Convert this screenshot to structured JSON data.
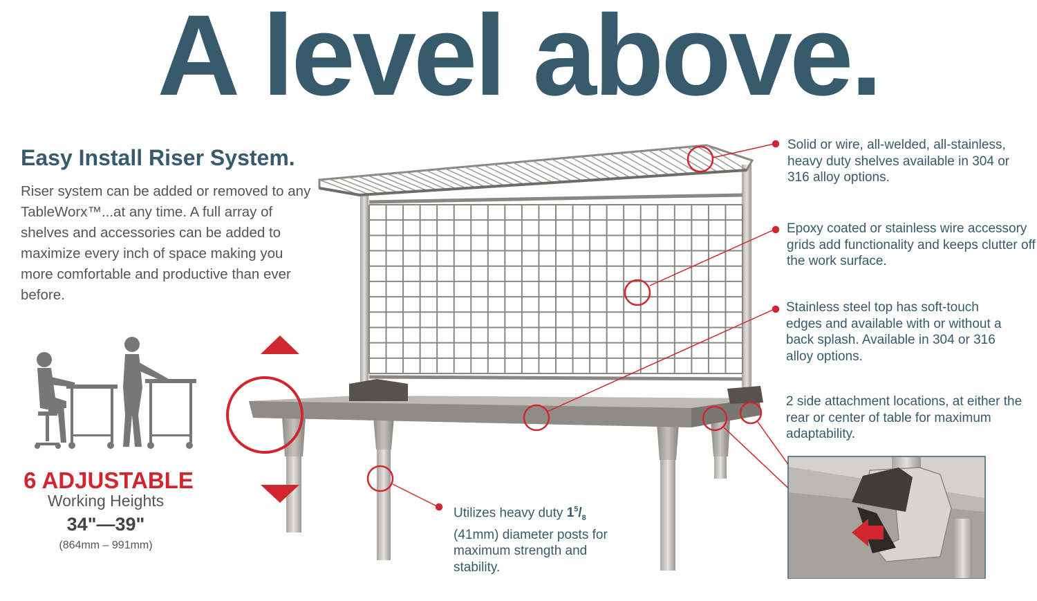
{
  "headline": "A level above.",
  "subtitle": "Easy Install Riser System.",
  "intro": "Riser system can be added or removed to any TableWorx™...at any time. A full array of shelves and accessories can be added to maximize every inch of space making you more comfortable and productive than ever before.",
  "adjustable": {
    "title": "6 ADJUSTABLE",
    "subtitle": "Working Heights",
    "range": "34\"—39\"",
    "metric": "(864mm – 991mm)"
  },
  "callouts": {
    "shelves": "Solid or wire, all-welded, all-stainless, heavy duty shelves available in 304 or 316 alloy options.",
    "grids": "Epoxy coated or stainless wire accessory grids add functionality and keeps clutter off the work surface.",
    "top": "Stainless steel top has soft-touch edges and available with or without a back splash. Available in 304 or 316 alloy options.",
    "attachment": "2 side attachment locations, at either the rear or center of table for maximum adaptability.",
    "posts_prefix": "Utilizes heavy duty",
    "posts_fraction_num": "5",
    "posts_fraction_whole": "1",
    "posts_fraction_den": "8",
    "posts_suffix": "(41mm) diameter posts for maximum strength and stability."
  },
  "colors": {
    "brand_blue": "#375a6c",
    "accent_red": "#d0272e",
    "text_gray": "#555555"
  },
  "icons": [
    "sitting-person-icon",
    "standing-person-icon",
    "up-arrow-icon",
    "down-arrow-icon",
    "insertion-arrow-icon"
  ]
}
